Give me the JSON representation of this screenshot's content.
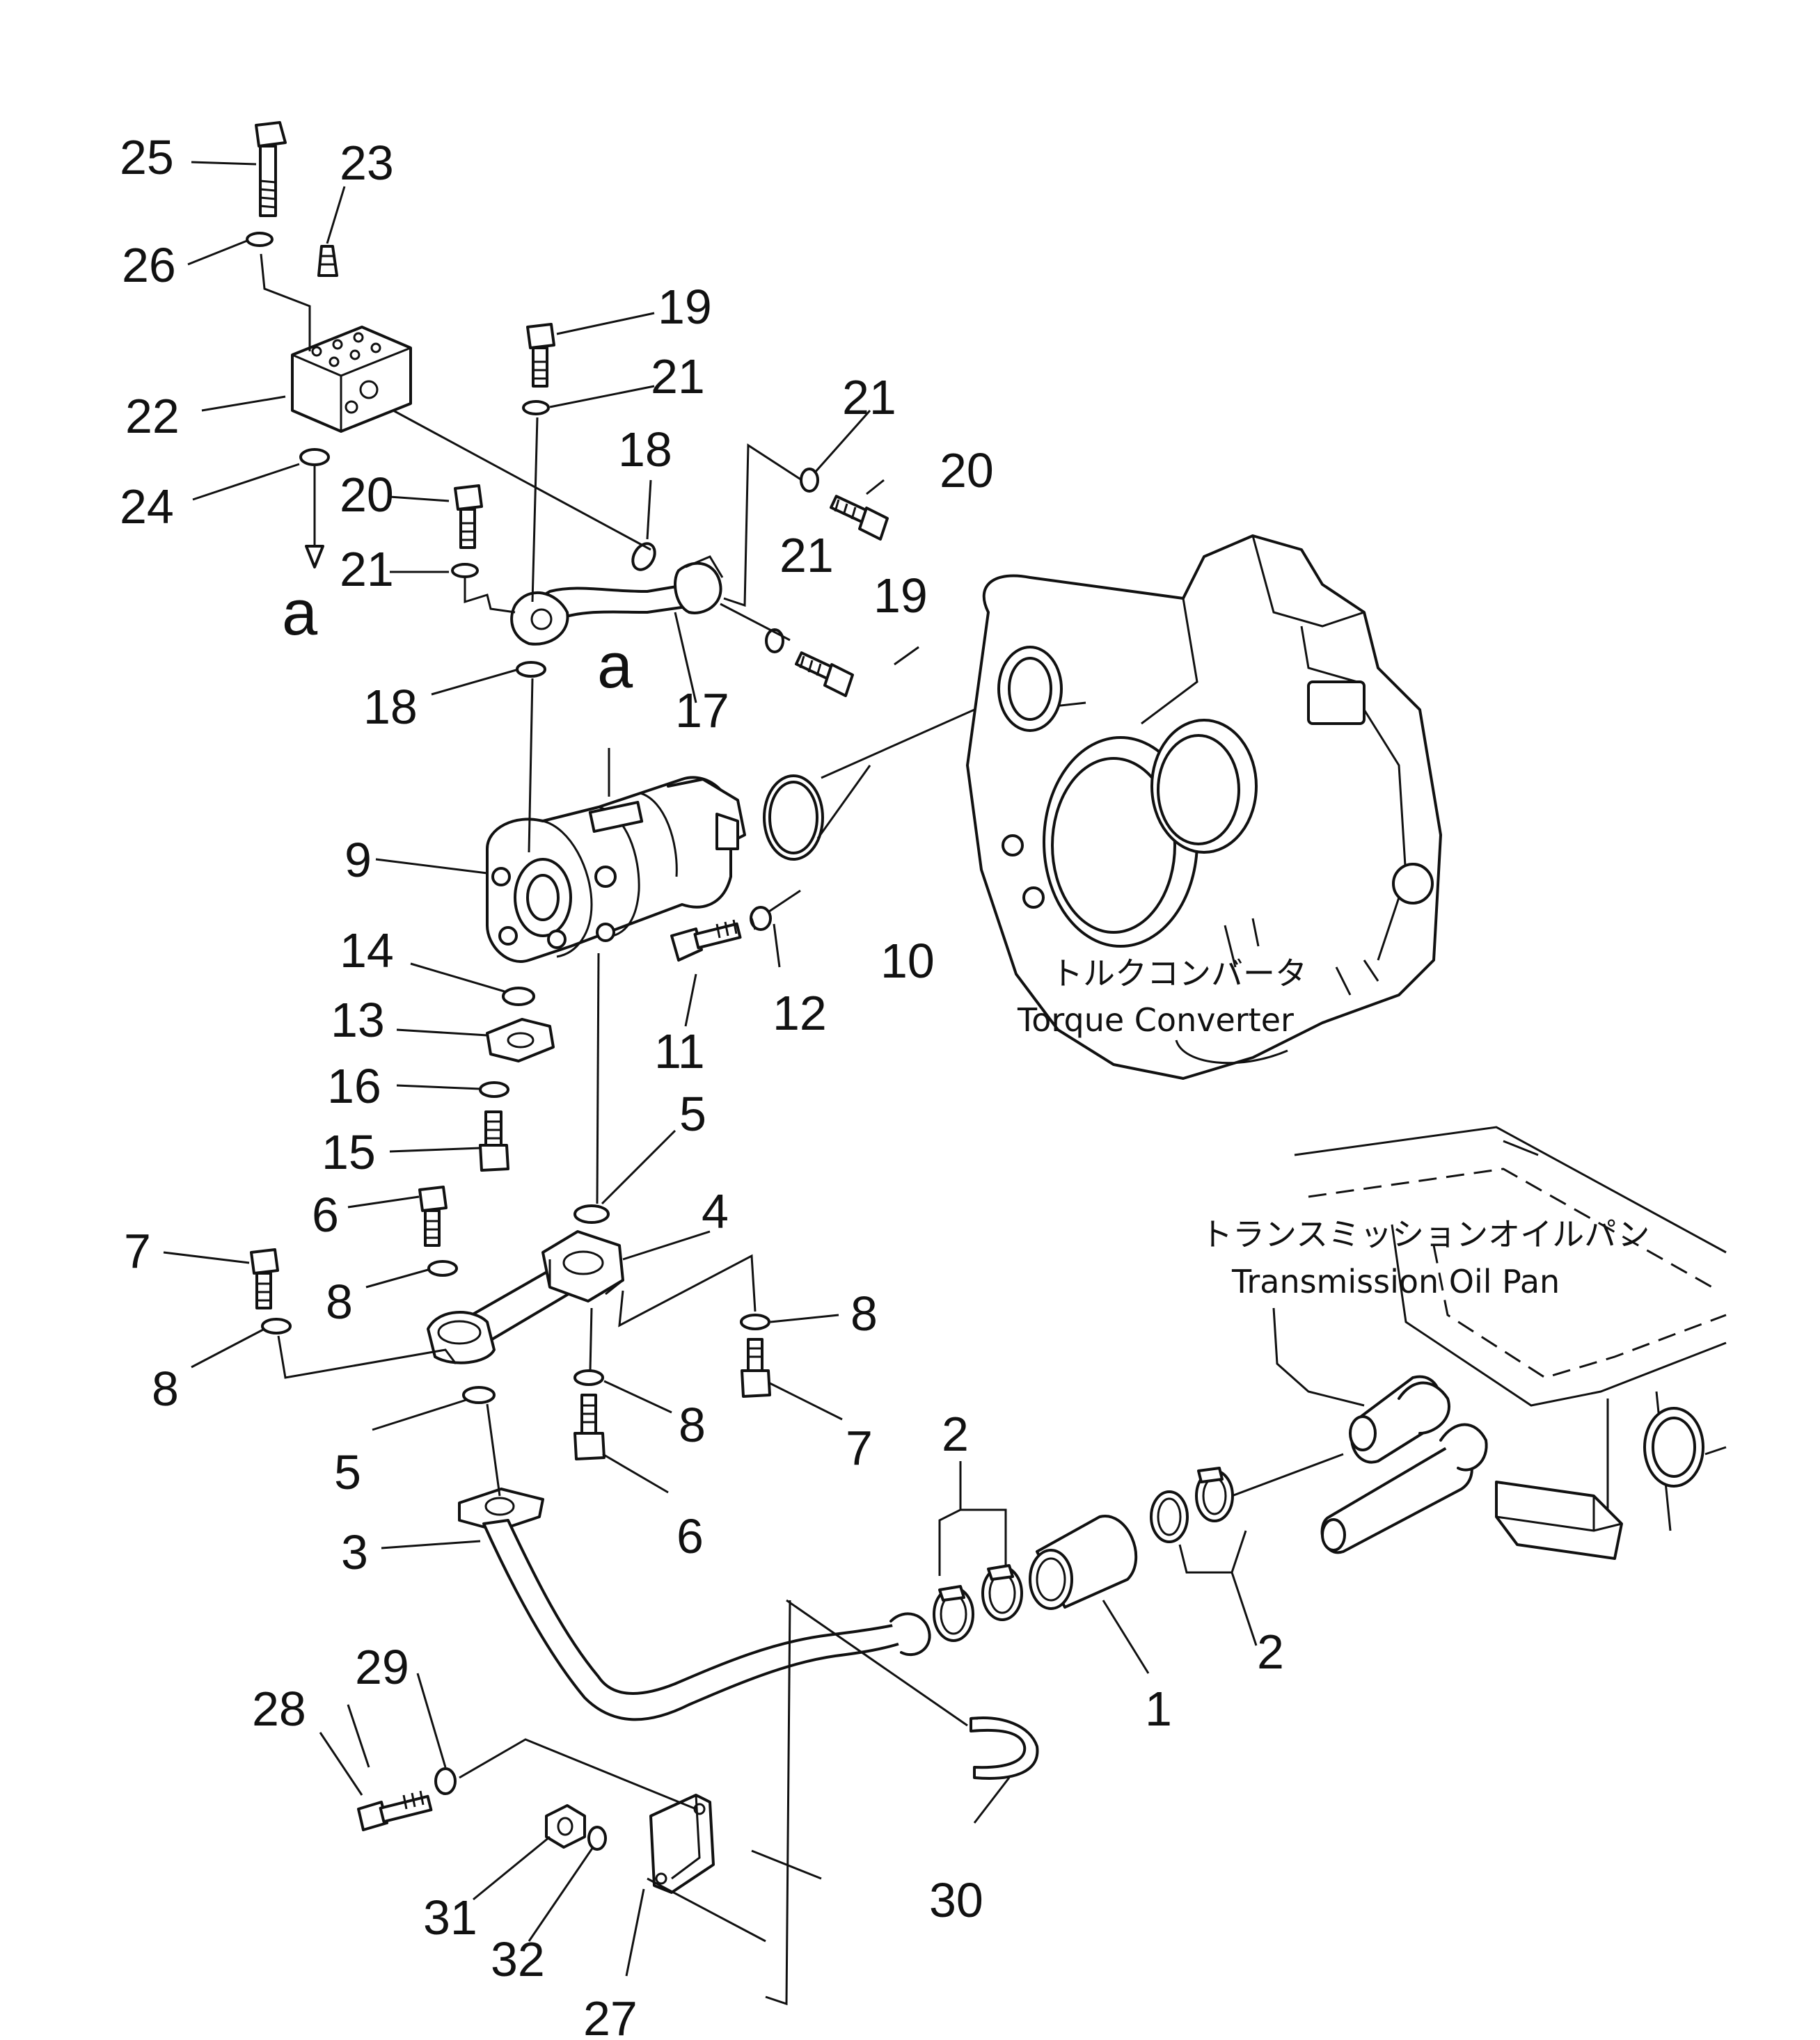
{
  "callouts": {
    "n25": "25",
    "n23": "23",
    "n26": "26",
    "n22": "22",
    "n24": "24",
    "n19a": "19",
    "n21a": "21",
    "n18a": "18",
    "n20a": "20",
    "n21b": "21",
    "n21c": "21",
    "n20b": "20",
    "n21d": "21",
    "n19b": "19",
    "n18b": "18",
    "n17": "17",
    "n9": "9",
    "n10": "10",
    "n14": "14",
    "n13": "13",
    "n16": "16",
    "n15": "15",
    "n11": "11",
    "n12": "12",
    "n5a": "5",
    "n4": "4",
    "n6a": "6",
    "n7a": "7",
    "n8a": "8",
    "n8b": "8",
    "n8c": "8",
    "n8d": "8",
    "n7b": "7",
    "n5b": "5",
    "n6b": "6",
    "n3": "3",
    "n2a": "2",
    "n2b": "2",
    "n1": "1",
    "n29": "29",
    "n28": "28",
    "n31": "31",
    "n32": "32",
    "n27": "27",
    "n30": "30"
  },
  "refs": {
    "a_top": "a",
    "a_bottom": "a"
  },
  "labels": {
    "torque_converter_jp": "トルクコンバータ",
    "torque_converter_en": "Torque Converter",
    "oil_pan_jp": "トランスミッションオイルパン",
    "oil_pan_en": "Transmission Oil Pan"
  }
}
